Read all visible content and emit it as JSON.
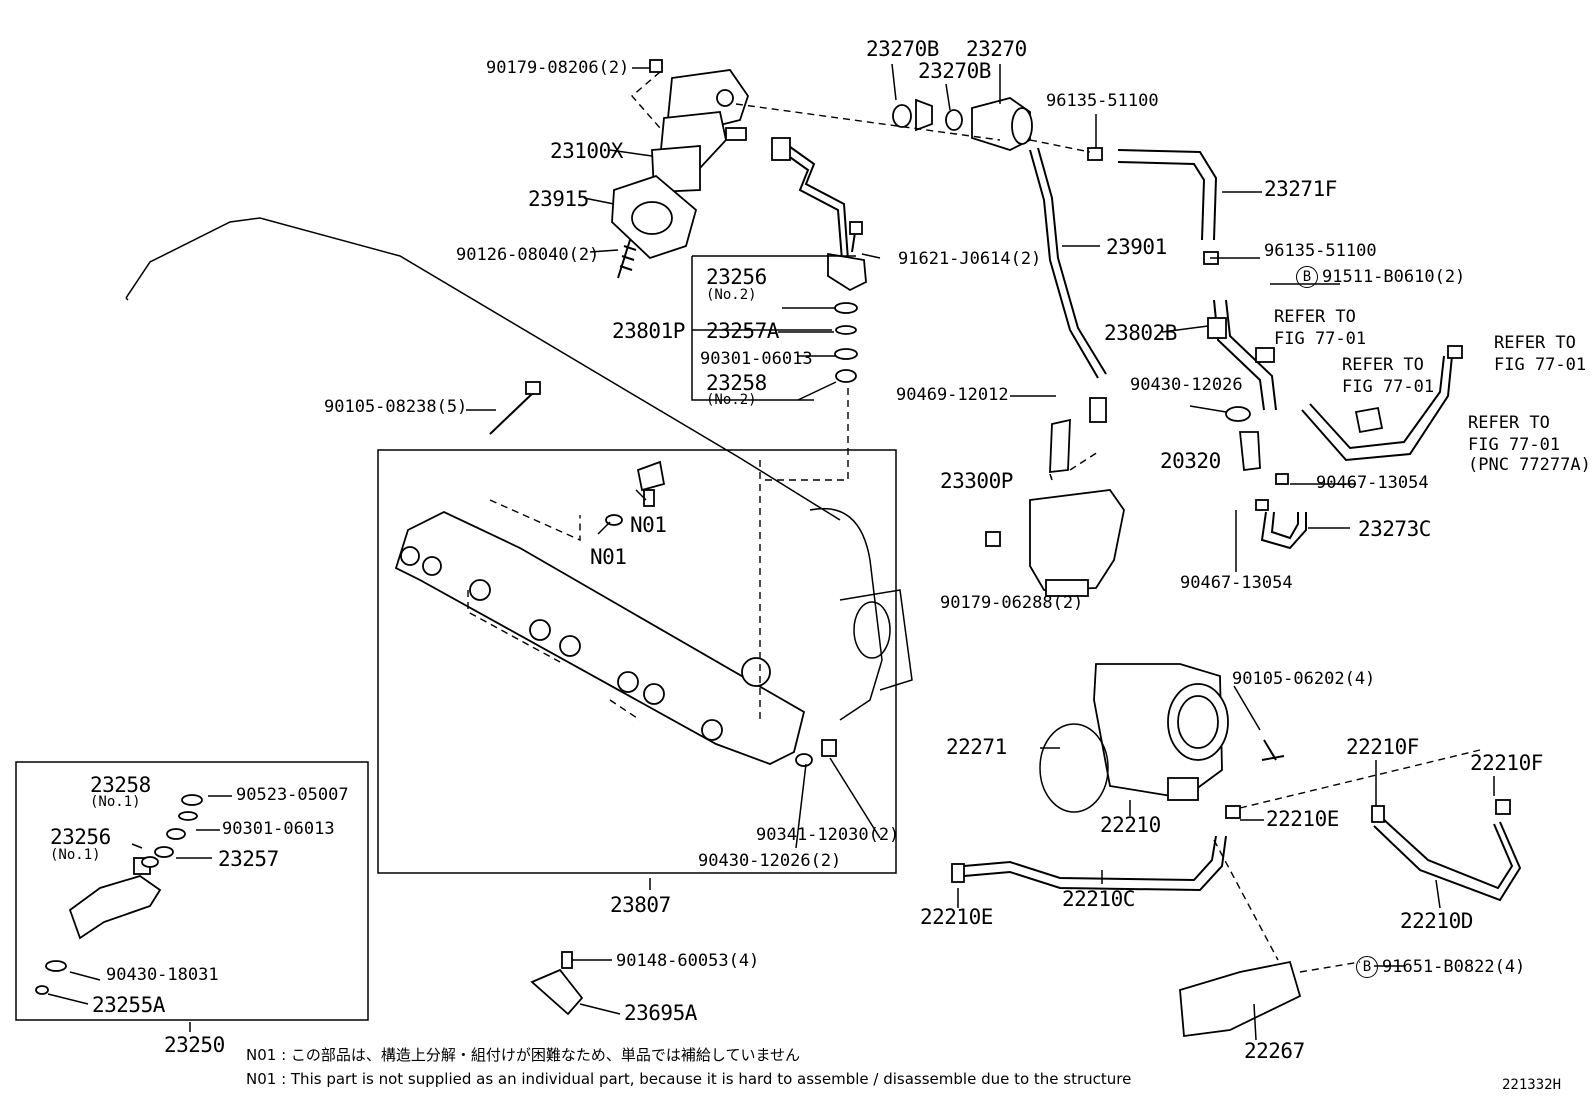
{
  "labels": {
    "p90179_08206": "90179-08206(2)",
    "p23100X": "23100X",
    "p23915": "23915",
    "p90126_08040": "90126-08040(2)",
    "p23270B_a": "23270B",
    "p23270": "23270",
    "p23270B_b": "23270B",
    "p96135_51100_a": "96135-51100",
    "p23271F": "23271F",
    "p91621_J0614": "91621-J0614(2)",
    "p23901": "23901",
    "p96135_51100_b": "96135-51100",
    "p91511_B0610": "91511-B0610(2)",
    "p23256_no2": "23256",
    "p23256_no2_sub": "(No.2)",
    "p23801P": "23801P",
    "p23257A": "23257A",
    "p90301_06013": "90301-06013",
    "p23258_no2": "23258",
    "p23258_no2_sub": "(No.2)",
    "p23802B": "23802B",
    "p90105_08238": "90105-08238(5)",
    "p90469_12012": "90469-12012",
    "p90430_12026": "90430-12026",
    "p20320": "20320",
    "p23300P": "23300P",
    "p90467_13054_a": "90467-13054",
    "p23273C": "23273C",
    "p90467_13054_b": "90467-13054",
    "p90179_06288": "90179-06288(2)",
    "pN01_a": "N01",
    "pN01_b": "N01",
    "p90105_06202": "90105-06202(4)",
    "p22271": "22271",
    "p22210": "22210",
    "p22210F_a": "22210F",
    "p22210F_b": "22210F",
    "p22210E_a": "22210E",
    "p22210E_b": "22210E",
    "p22210C": "22210C",
    "p22210D": "22210D",
    "p90341_12030": "90341-12030(2)",
    "p90430_12026_2": "90430-12026(2)",
    "p23807": "23807",
    "p23258_no1": "23258",
    "p23258_no1_sub": "(No.1)",
    "p90523_05007": "90523-05007",
    "p90301_06013_b": "90301-06013",
    "p23256_no1": "23256",
    "p23256_no1_sub": "(No.1)",
    "p23257": "23257",
    "p90430_18031": "90430-18031",
    "p23255A": "23255A",
    "p23250": "23250",
    "p90148_60053": "90148-60053(4)",
    "p23695A": "23695A",
    "p91651_B0822": "91651-B0822(4)",
    "p22267": "22267"
  },
  "refers": {
    "r1_line1": "REFER TO",
    "r1_line2": "FIG 77-01",
    "r2_line1": "REFER TO",
    "r2_line2": "FIG 77-01",
    "r3_line1": "REFER TO",
    "r3_line2": "FIG 77-01",
    "r4_line1": "REFER TO",
    "r4_line2": "FIG 77-01",
    "r4_line3": "(PNC 77277A)"
  },
  "markers": {
    "b_symbol": "B"
  },
  "notes": {
    "n01_jp": "N01 : この部品は、構造上分解・組付けが困難なため、単品では補給していません",
    "n01_en": "N01 : This part is not supplied as an individual part, because it is hard to assemble / disassemble due to the structure"
  },
  "figure_id": "221332H"
}
